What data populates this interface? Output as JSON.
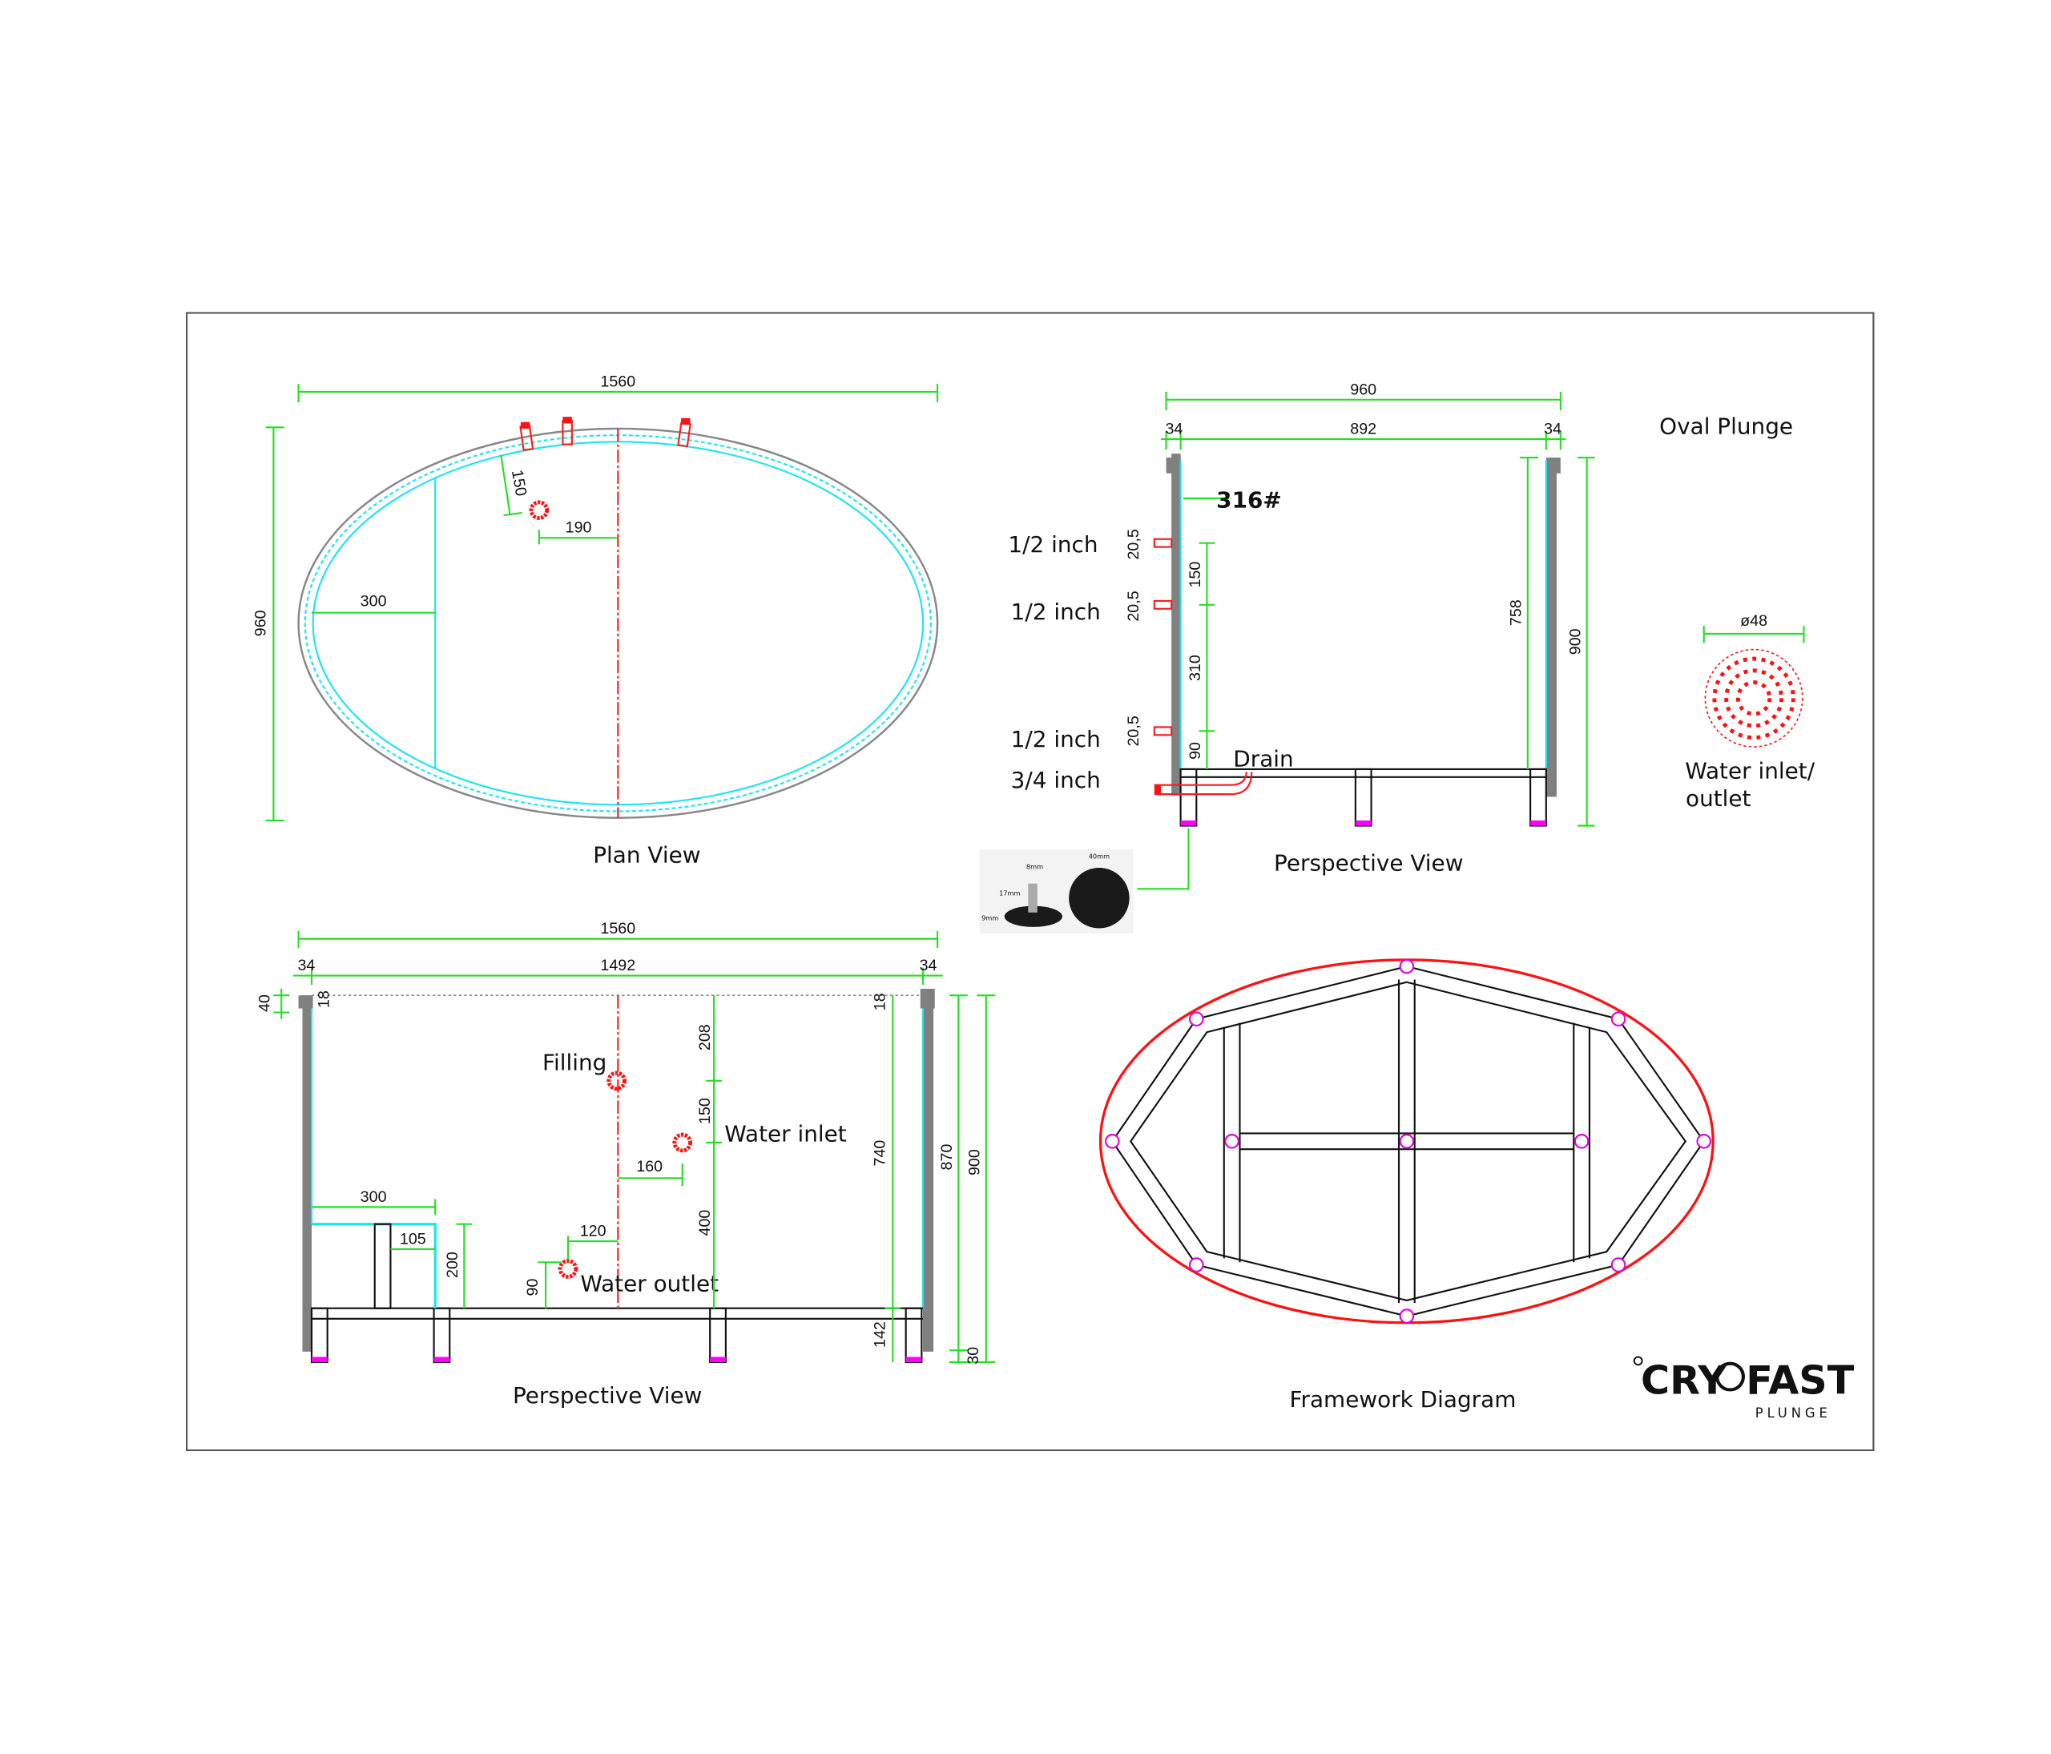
{
  "title": "Oval Plunge",
  "colors": {
    "dimension": "#22e022",
    "inner_wall": "#19e6f0",
    "pipe": "#ff1a1a",
    "wall": "#808080",
    "foot": "#ff00ff"
  },
  "plan_view": {
    "label": "Plan View",
    "dims": {
      "length": "1560",
      "width": "960",
      "seat": "300",
      "inlet_offset": "190",
      "inlet_depth": "150"
    }
  },
  "side_view": {
    "label": "Perspective View",
    "dims": {
      "width": "960",
      "inner": "892",
      "wall_left": "34",
      "wall_right": "34",
      "inner_height": "758",
      "height": "900",
      "pipe1": "20,5",
      "pipe2": "20,5",
      "pipe3": "20,5",
      "d150": "150",
      "d310": "310",
      "d90": "90"
    },
    "material": "316#",
    "pipes": [
      "1/2 inch",
      "1/2 inch",
      "1/2 inch",
      "3/4 inch"
    ],
    "drain": "Drain",
    "foot_image": {
      "width": "40mm",
      "bolt": "8mm",
      "bolt_len": "17mm",
      "height": "9mm"
    }
  },
  "nozzle": {
    "diameter": "ø48",
    "label_line1": "Water inlet/",
    "label_line2": "outlet"
  },
  "front_view": {
    "label": "Perspective View",
    "dims": {
      "length": "1560",
      "inner": "1492",
      "wall_left": "34",
      "wall_right": "34",
      "rim": "40",
      "lip_left": "18",
      "lip_right": "18",
      "d208": "208",
      "d150": "150",
      "d400": "400",
      "d160": "160",
      "d120": "120",
      "d90": "90",
      "seat": "300",
      "seat_leg": "105",
      "seat_h": "200",
      "d740": "740",
      "d142": "142",
      "d870": "870",
      "d900": "900",
      "d30": "30"
    },
    "filling": "Filling",
    "water_inlet": "Water inlet",
    "water_outlet": "Water outlet"
  },
  "framework": {
    "label": "Framework Diagram"
  },
  "logo": {
    "main_left": "CRY",
    "main_right": "FAST",
    "sub": "PLUNGE"
  }
}
